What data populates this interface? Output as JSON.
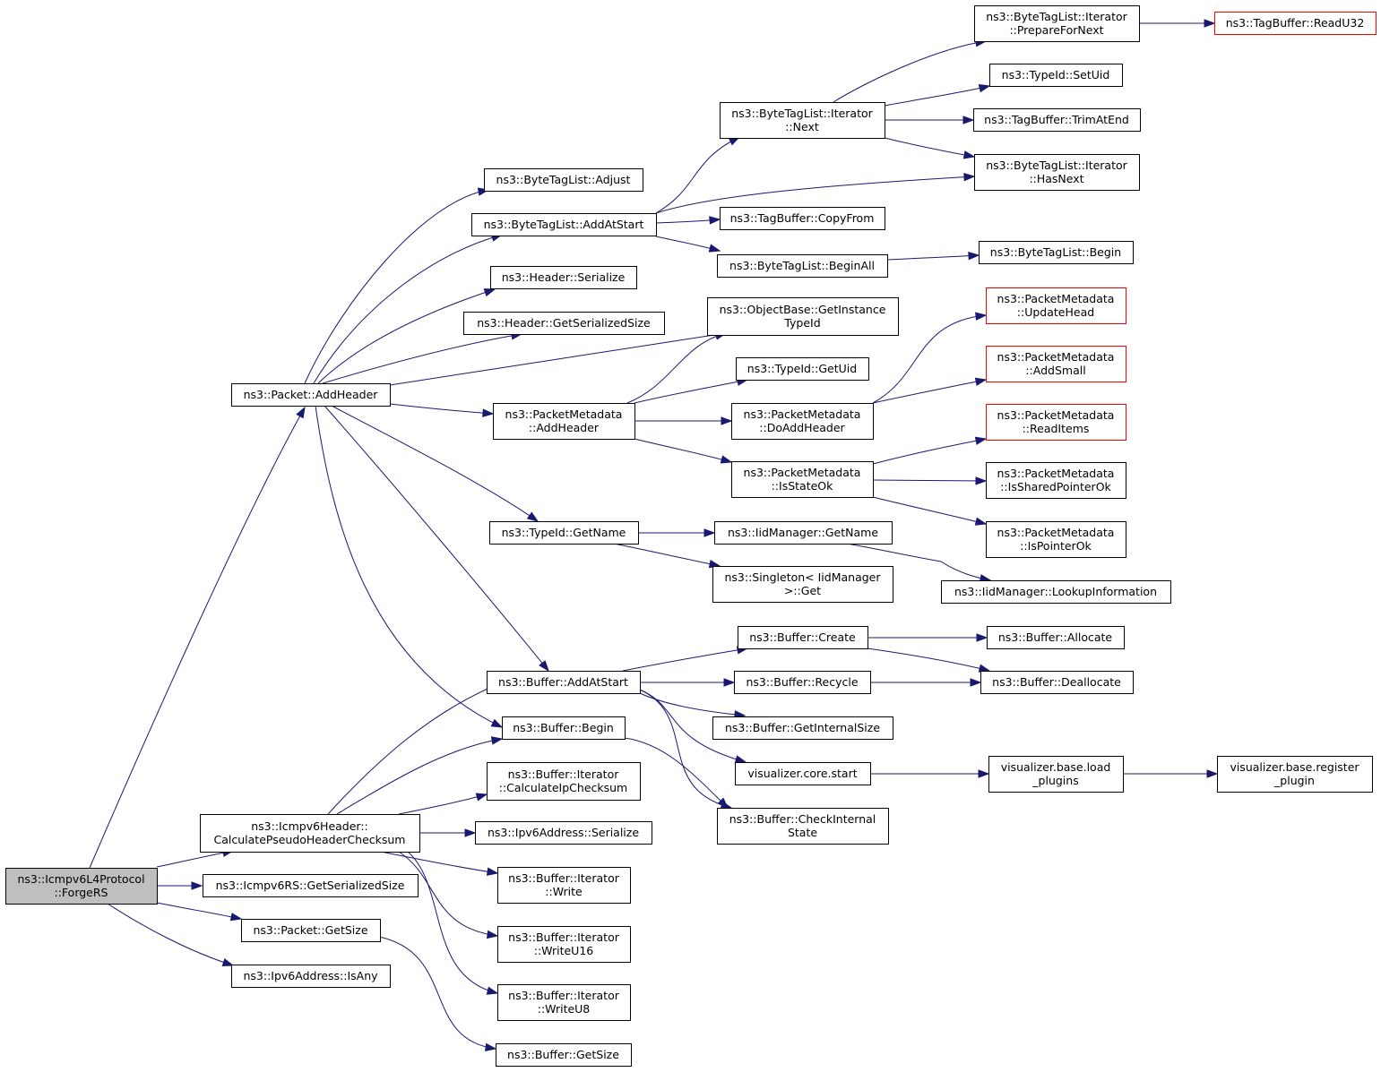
{
  "graph": {
    "edge_color": "#191970",
    "truncated_border_color": "#ff0000",
    "root_fill": "#bfbfbf",
    "nodes": [
      {
        "id": "forgers",
        "lines": [
          "ns3::Icmpv6L4Protocol",
          "::ForgeRS"
        ],
        "root": true
      },
      {
        "id": "addheader",
        "lines": [
          "ns3::Packet::AddHeader"
        ]
      },
      {
        "id": "calcpseudo",
        "lines": [
          "ns3::Icmpv6Header::",
          "CalculatePseudoHeaderChecksum"
        ]
      },
      {
        "id": "rsgetsersize",
        "lines": [
          "ns3::Icmpv6RS::GetSerializedSize"
        ]
      },
      {
        "id": "pktgetsize",
        "lines": [
          "ns3::Packet::GetSize"
        ]
      },
      {
        "id": "ipv6isany",
        "lines": [
          "ns3::Ipv6Address::IsAny"
        ]
      },
      {
        "id": "btladjust",
        "lines": [
          "ns3::ByteTagList::Adjust"
        ]
      },
      {
        "id": "btladdatstart",
        "lines": [
          "ns3::ByteTagList::AddAtStart"
        ]
      },
      {
        "id": "hdrserialize",
        "lines": [
          "ns3::Header::Serialize"
        ]
      },
      {
        "id": "hdrgetsersize",
        "lines": [
          "ns3::Header::GetSerializedSize"
        ]
      },
      {
        "id": "pmaddheader",
        "lines": [
          "ns3::PacketMetadata",
          "::AddHeader"
        ]
      },
      {
        "id": "typeidgetname",
        "lines": [
          "ns3::TypeId::GetName"
        ]
      },
      {
        "id": "bufaddatstart",
        "lines": [
          "ns3::Buffer::AddAtStart"
        ]
      },
      {
        "id": "bufbegin",
        "lines": [
          "ns3::Buffer::Begin"
        ]
      },
      {
        "id": "itercalcip",
        "lines": [
          "ns3::Buffer::Iterator",
          "::CalculateIpChecksum"
        ]
      },
      {
        "id": "ipv6serialize",
        "lines": [
          "ns3::Ipv6Address::Serialize"
        ]
      },
      {
        "id": "iterwrite",
        "lines": [
          "ns3::Buffer::Iterator",
          "::Write"
        ]
      },
      {
        "id": "iterwriteu16",
        "lines": [
          "ns3::Buffer::Iterator",
          "::WriteU16"
        ]
      },
      {
        "id": "iterwriteu8",
        "lines": [
          "ns3::Buffer::Iterator",
          "::WriteU8"
        ]
      },
      {
        "id": "bufgetsize",
        "lines": [
          "ns3::Buffer::GetSize"
        ]
      },
      {
        "id": "btliternext",
        "lines": [
          "ns3::ByteTagList::Iterator",
          "::Next"
        ]
      },
      {
        "id": "tagbufcopyfrom",
        "lines": [
          "ns3::TagBuffer::CopyFrom"
        ]
      },
      {
        "id": "btlbeginall",
        "lines": [
          "ns3::ByteTagList::BeginAll"
        ]
      },
      {
        "id": "objgetinst",
        "lines": [
          "ns3::ObjectBase::GetInstance",
          "TypeId"
        ]
      },
      {
        "id": "typeidgetuid",
        "lines": [
          "ns3::TypeId::GetUid"
        ]
      },
      {
        "id": "pmdoaddheader",
        "lines": [
          "ns3::PacketMetadata",
          "::DoAddHeader"
        ]
      },
      {
        "id": "pmisstateok",
        "lines": [
          "ns3::PacketMetadata",
          "::IsStateOk"
        ]
      },
      {
        "id": "iidgetname",
        "lines": [
          "ns3::IidManager::GetName"
        ]
      },
      {
        "id": "singletonget",
        "lines": [
          "ns3::Singleton< IidManager",
          ">::Get"
        ]
      },
      {
        "id": "bufcreate",
        "lines": [
          "ns3::Buffer::Create"
        ]
      },
      {
        "id": "bufrecycle",
        "lines": [
          "ns3::Buffer::Recycle"
        ]
      },
      {
        "id": "bufgetinternal",
        "lines": [
          "ns3::Buffer::GetInternalSize"
        ]
      },
      {
        "id": "viscorestart",
        "lines": [
          "visualizer.core.start"
        ]
      },
      {
        "id": "bufcheckinternal",
        "lines": [
          "ns3::Buffer::CheckInternal",
          "State"
        ]
      },
      {
        "id": "btlprepnext",
        "lines": [
          "ns3::ByteTagList::Iterator",
          "::PrepareForNext"
        ]
      },
      {
        "id": "typeidsetuid",
        "lines": [
          "ns3::TypeId::SetUid"
        ]
      },
      {
        "id": "tagbuftrim",
        "lines": [
          "ns3::TagBuffer::TrimAtEnd"
        ]
      },
      {
        "id": "btlhasnext",
        "lines": [
          "ns3::ByteTagList::Iterator",
          "::HasNext"
        ]
      },
      {
        "id": "btlbegin",
        "lines": [
          "ns3::ByteTagList::Begin"
        ]
      },
      {
        "id": "pmupdatehead",
        "lines": [
          "ns3::PacketMetadata",
          "::UpdateHead"
        ],
        "truncated": true
      },
      {
        "id": "pmaddsmall",
        "lines": [
          "ns3::PacketMetadata",
          "::AddSmall"
        ],
        "truncated": true
      },
      {
        "id": "pmreaditems",
        "lines": [
          "ns3::PacketMetadata",
          "::ReadItems"
        ],
        "truncated": true
      },
      {
        "id": "pmissharedptr",
        "lines": [
          "ns3::PacketMetadata",
          "::IsSharedPointerOk"
        ]
      },
      {
        "id": "pmisptrok",
        "lines": [
          "ns3::PacketMetadata",
          "::IsPointerOk"
        ]
      },
      {
        "id": "iidlookup",
        "lines": [
          "ns3::IidManager::LookupInformation"
        ]
      },
      {
        "id": "bufallocate",
        "lines": [
          "ns3::Buffer::Allocate"
        ]
      },
      {
        "id": "bufdeallocate",
        "lines": [
          "ns3::Buffer::Deallocate"
        ]
      },
      {
        "id": "visloadplugins",
        "lines": [
          "visualizer.base.load",
          "_plugins"
        ]
      },
      {
        "id": "tagbufreadu32",
        "lines": [
          "ns3::TagBuffer::ReadU32"
        ],
        "truncated": true
      },
      {
        "id": "visregplugin",
        "lines": [
          "visualizer.base.register",
          "_plugin"
        ]
      }
    ]
  }
}
